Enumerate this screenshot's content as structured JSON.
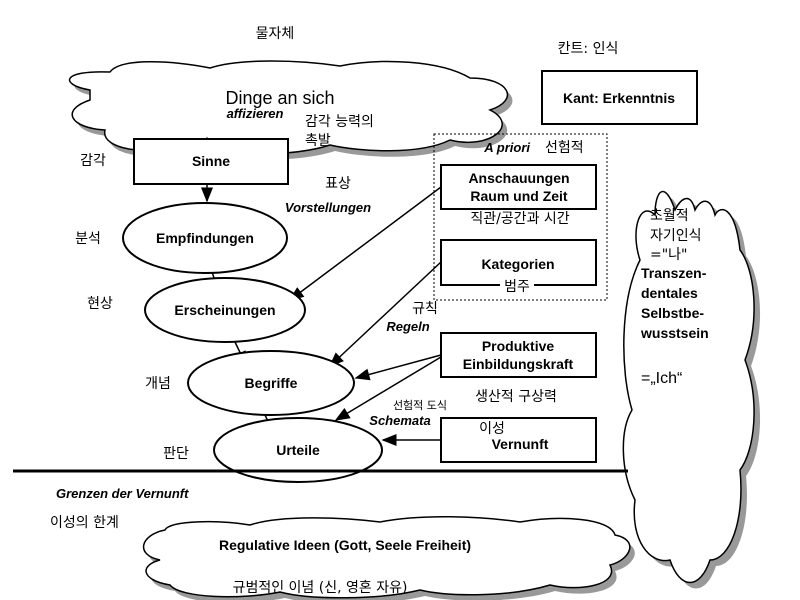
{
  "title_kr": "칸트: 인식",
  "title_de": "Kant: Erkenntnis",
  "thing_in_itself": {
    "kr": "물자체",
    "de": "Dinge an sich"
  },
  "affect": {
    "de": "affizieren",
    "kr1": "감각 능력의",
    "kr2": "촉발"
  },
  "senses": {
    "kr": "감각",
    "de": "Sinne"
  },
  "representations": {
    "kr": "표상",
    "de": "Vorstellungen"
  },
  "sensations": {
    "kr": "분석",
    "de": "Empfindungen"
  },
  "appearances": {
    "kr": "현상",
    "de": "Erscheinungen"
  },
  "concepts": {
    "kr": "개념",
    "de": "Begriffe"
  },
  "judgments": {
    "kr": "판단",
    "de": "Urteile"
  },
  "a_priori": {
    "de": "A priori",
    "kr": "선험적"
  },
  "intuitions": {
    "de1": "Anschauungen",
    "de2": "Raum und Zeit",
    "kr": "직관/공간과 시간"
  },
  "categories": {
    "de": "Kategorien",
    "kr": "범주"
  },
  "rules": {
    "kr": "규칙",
    "de": "Regeln"
  },
  "imagination": {
    "de1": "Produktive",
    "de2": "Einbildungskraft",
    "kr": "생산적 구상력"
  },
  "schemata": {
    "kr": "선험적 도식",
    "de": "Schemata"
  },
  "reason": {
    "kr": "이성",
    "de": "Vernunft"
  },
  "self_consciousness": {
    "kr1": "초월적",
    "kr2": "자기인식",
    "kr3": "=\"나\"",
    "de1": "Transzen-",
    "de2": "dentales",
    "de3": "Selbstbe-",
    "de4": "wusstsein",
    "de5": "=„Ich“"
  },
  "limits": {
    "de": "Grenzen der Vernunft",
    "kr": "이성의 한계"
  },
  "regulative": {
    "de": "Regulative Ideen (Gott, Seele Freiheit)",
    "kr": "규범적인 이념 (신, 영혼 자유)"
  }
}
